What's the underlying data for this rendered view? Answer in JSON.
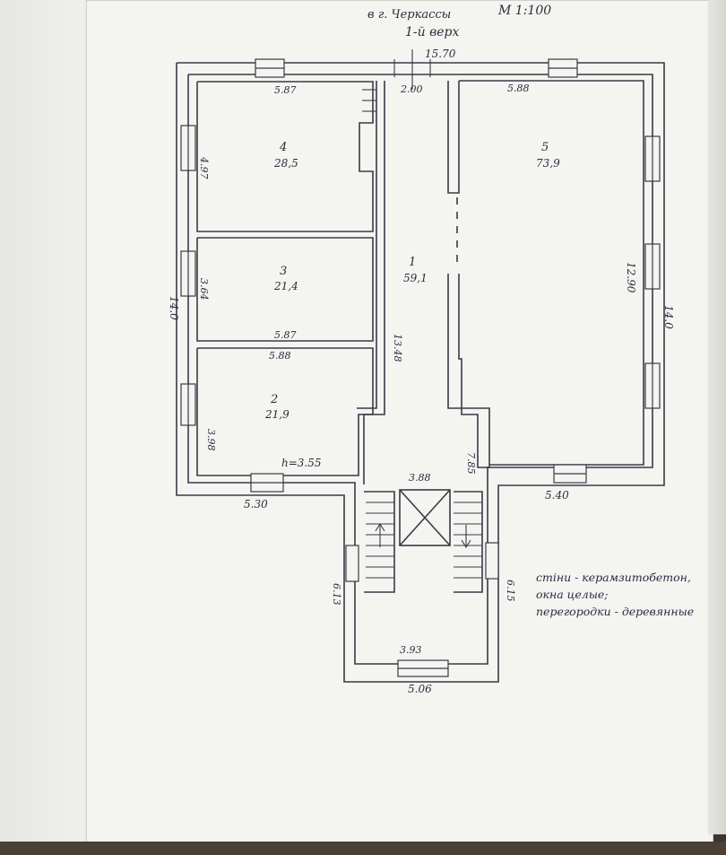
{
  "header": {
    "city": "в г. Черкассы",
    "scale": "М 1:100",
    "floor": "1-й верх"
  },
  "overall": {
    "top_width": "15.70",
    "left_height": "14.0",
    "right_height": "14.0",
    "bottom_left": "5.30",
    "bottom_right": "5.40",
    "stair_bottom": "5.06"
  },
  "rooms": [
    {
      "number": "4",
      "area": "28,5",
      "width": "5.87",
      "height": "4.97"
    },
    {
      "number": "3",
      "area": "21,4",
      "width": "5.87",
      "height": "3.64"
    },
    {
      "number": "2",
      "area": "21,9",
      "width": "5.88",
      "height": "3.98",
      "ceiling": "h=3.55"
    },
    {
      "number": "1",
      "area": "59,1",
      "width": "2.00",
      "height": "13.48"
    },
    {
      "number": "5",
      "area": "73,9",
      "width": "5.88",
      "height": "12.90"
    }
  ],
  "stairs": {
    "top_width": "3.88",
    "bottom_width": "3.93",
    "left_height": "6.13",
    "right_height": "6.15",
    "corridor_depth": "7.85"
  },
  "notes": [
    "стіни - керамзитобетон,",
    "окна целые;",
    "перегородки - деревянные"
  ]
}
